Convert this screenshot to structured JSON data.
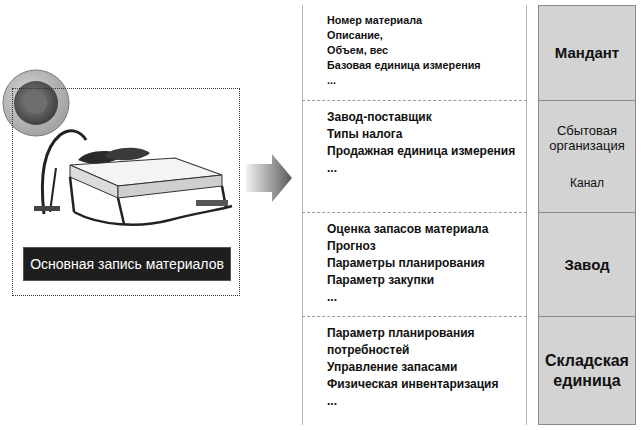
{
  "diagram": {
    "nodes": [
      {
        "text": [
          "Основная запись материалов"
        ]
      },
      {
        "text": [
          "Номер материала",
          "Описание,",
          "Объем, вес",
          "Базовая единица измерения",
          "..."
        ]
      },
      {
        "text": [
          "Завод-поставщик",
          "Типы налога",
          "Продажная единица измерения",
          "..."
        ]
      },
      {
        "text": [
          "Оценка запасов материала",
          "Прогноз",
          "Параметры планирования",
          "Параметр закупки",
          "..."
        ]
      },
      {
        "text": [
          "Параметр планирования потребностей",
          "Управление запасами",
          "Физическая инвентаризация",
          "..."
        ]
      },
      {
        "text": [
          "Мандант"
        ]
      },
      {
        "text": [
          "Сбытовая организация",
          "Канал"
        ]
      },
      {
        "text": [
          "Завод"
        ]
      },
      {
        "text": [
          "Складская единица"
        ]
      }
    ],
    "edges": [
      {
        "from": 0,
        "to": 2,
        "arrow": "to"
      }
    ]
  }
}
